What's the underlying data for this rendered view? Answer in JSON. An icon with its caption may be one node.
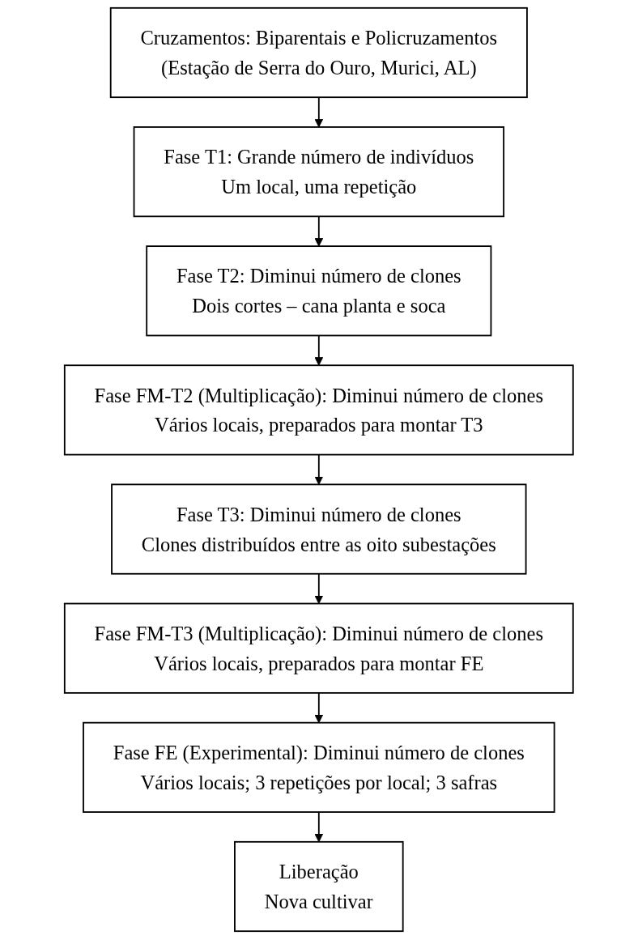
{
  "diagram": {
    "nodes": [
      {
        "text": [
          "Cruzamentos: Biparentais e Policruzamentos",
          "(Estação de Serra do Ouro, Murici, AL)"
        ]
      },
      {
        "text": [
          "Fase T1: Grande número de indivíduos",
          "Um local, uma repetição"
        ]
      },
      {
        "text": [
          "Fase T2: Diminui número de clones",
          "Dois cortes – cana planta e soca"
        ]
      },
      {
        "text": [
          "Fase FM-T2 (Multiplicação): Diminui número de clones",
          "Vários locais, preparados para montar T3"
        ]
      },
      {
        "text": [
          "Fase T3: Diminui número de clones",
          "Clones distribuídos entre as oito subestações"
        ]
      },
      {
        "text": [
          "Fase FM-T3 (Multiplicação): Diminui número de clones",
          "Vários locais, preparados para montar FE"
        ]
      },
      {
        "text": [
          "Fase FE (Experimental): Diminui número de clones",
          "Vários locais; 3 repetições por local; 3 safras"
        ]
      },
      {
        "text": [
          "Liberação",
          "Nova cultivar"
        ]
      }
    ],
    "edges": [
      {
        "from": 0,
        "to": 1,
        "arrow": "to"
      },
      {
        "from": 1,
        "to": 2,
        "arrow": "to"
      },
      {
        "from": 2,
        "to": 3,
        "arrow": "to"
      },
      {
        "from": 3,
        "to": 4,
        "arrow": "to"
      },
      {
        "from": 4,
        "to": 5,
        "arrow": "to"
      },
      {
        "from": 5,
        "to": 6,
        "arrow": "to"
      },
      {
        "from": 6,
        "to": 7,
        "arrow": "to"
      }
    ]
  }
}
